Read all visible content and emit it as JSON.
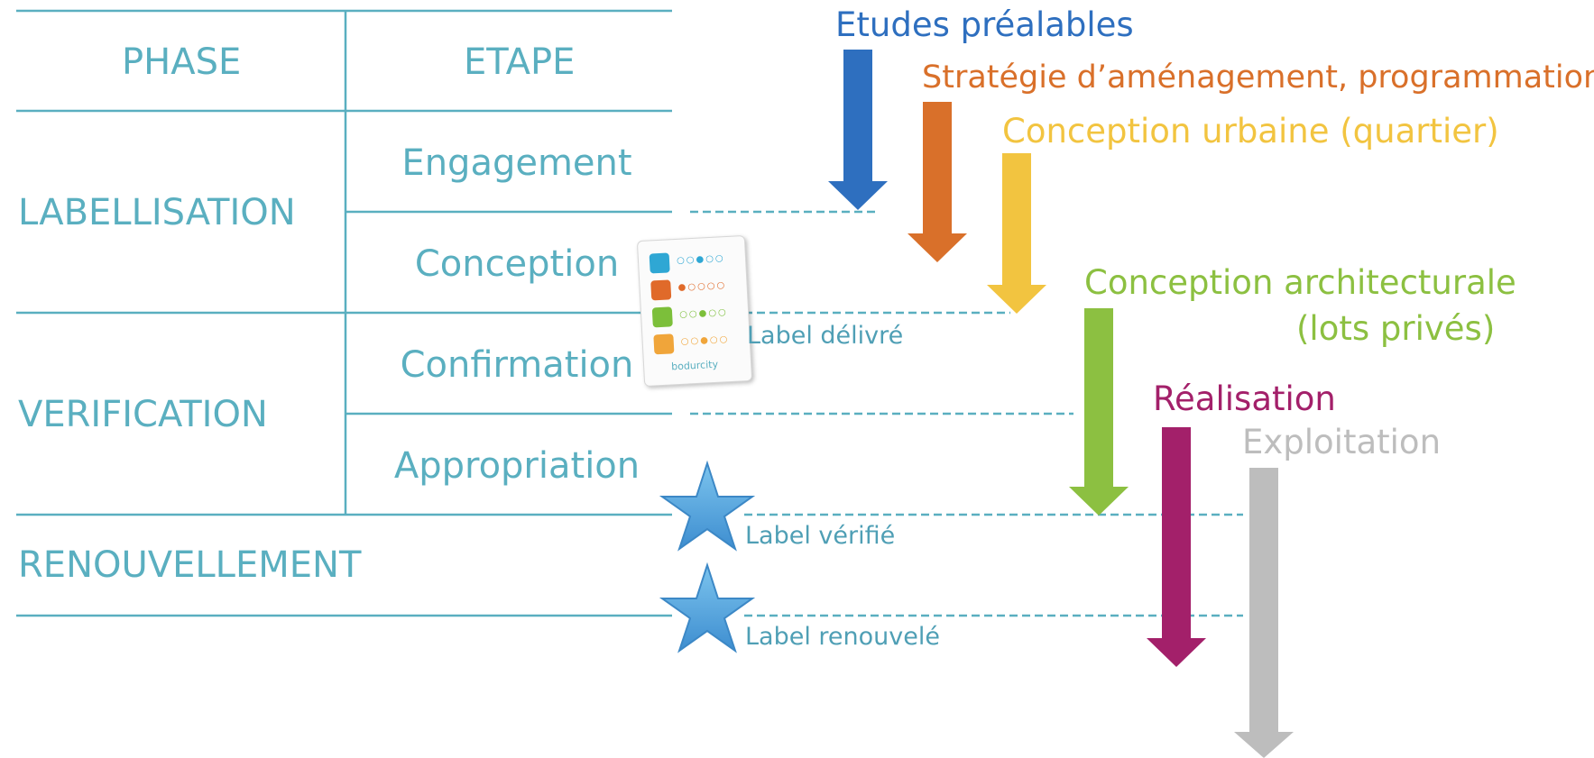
{
  "table": {
    "header_phase": "PHASE",
    "header_etape": "ETAPE",
    "phases": [
      "LABELLISATION",
      "VERIFICATION",
      "RENOUVELLEMENT"
    ],
    "steps": [
      "Engagement",
      "Conception",
      "Confirmation",
      "Appropriation"
    ]
  },
  "milestones": {
    "delivered": "Label délivré",
    "verified": "Label vérifié",
    "renewed": "Label renouvelé"
  },
  "card": {
    "brand": "bodurcity"
  },
  "stages": [
    {
      "label": "Etudes préalables",
      "color": "#2e6fbf"
    },
    {
      "label": "Stratégie d’aménagement, programmation",
      "color": "#d9702a"
    },
    {
      "label": "Conception urbaine (quartier)",
      "color": "#f2c440"
    },
    {
      "label": "Conception architecturale",
      "label_line2": "(lots privés)",
      "color": "#8cc041"
    },
    {
      "label": "Réalisation",
      "color": "#a3206a"
    },
    {
      "label": "Exploitation",
      "color": "#bdbdbd"
    }
  ],
  "colors": {
    "table_text": "#5aafc0",
    "lines": "#5aafc0",
    "star": "#5aaee0"
  }
}
